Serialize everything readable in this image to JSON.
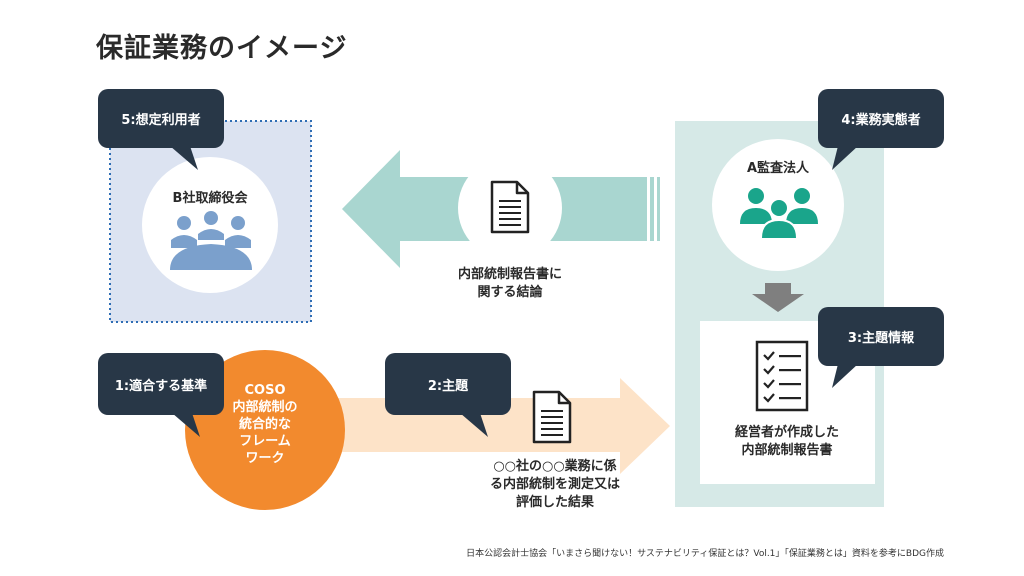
{
  "title": "保証業務のイメージ",
  "user_box": {
    "tag": "5:想定利用者",
    "name": "B社取締役会"
  },
  "practitioner": {
    "tag": "4:業務実態者",
    "name": "A監査法人"
  },
  "subject_info": {
    "tag": "3:主題情報",
    "caption_line1": "経営者が作成した",
    "caption_line2": "内部統制報告書"
  },
  "conclusion": {
    "line1": "内部統制報告書に",
    "line2": "関する結論"
  },
  "criteria": {
    "tag": "1:適合する基準",
    "line1": "COSO",
    "line2": "内部統制の",
    "line3": "統合的な",
    "line4": "フレーム",
    "line5": "ワーク"
  },
  "subject": {
    "tag": "2:主題",
    "line1": "○○社の○○業務に係",
    "line2": "る内部統制を測定又は",
    "line3": "評価した結果"
  },
  "source_note": "日本公認会計士協会「いまさら聞けない！サステナビリティ保証とは？Vol.1」「保証業務とは」資料を参考にBDG作成",
  "colors": {
    "navy": "#283747",
    "teal_light": "#d6e9e7",
    "arrow_teal": "#a9d6d0",
    "icon_green": "#1aa58b",
    "orange": "#f28a2e",
    "peach": "#fde3c8",
    "blue_box": "#dce3f1",
    "people_blue": "#7ba0cc"
  }
}
